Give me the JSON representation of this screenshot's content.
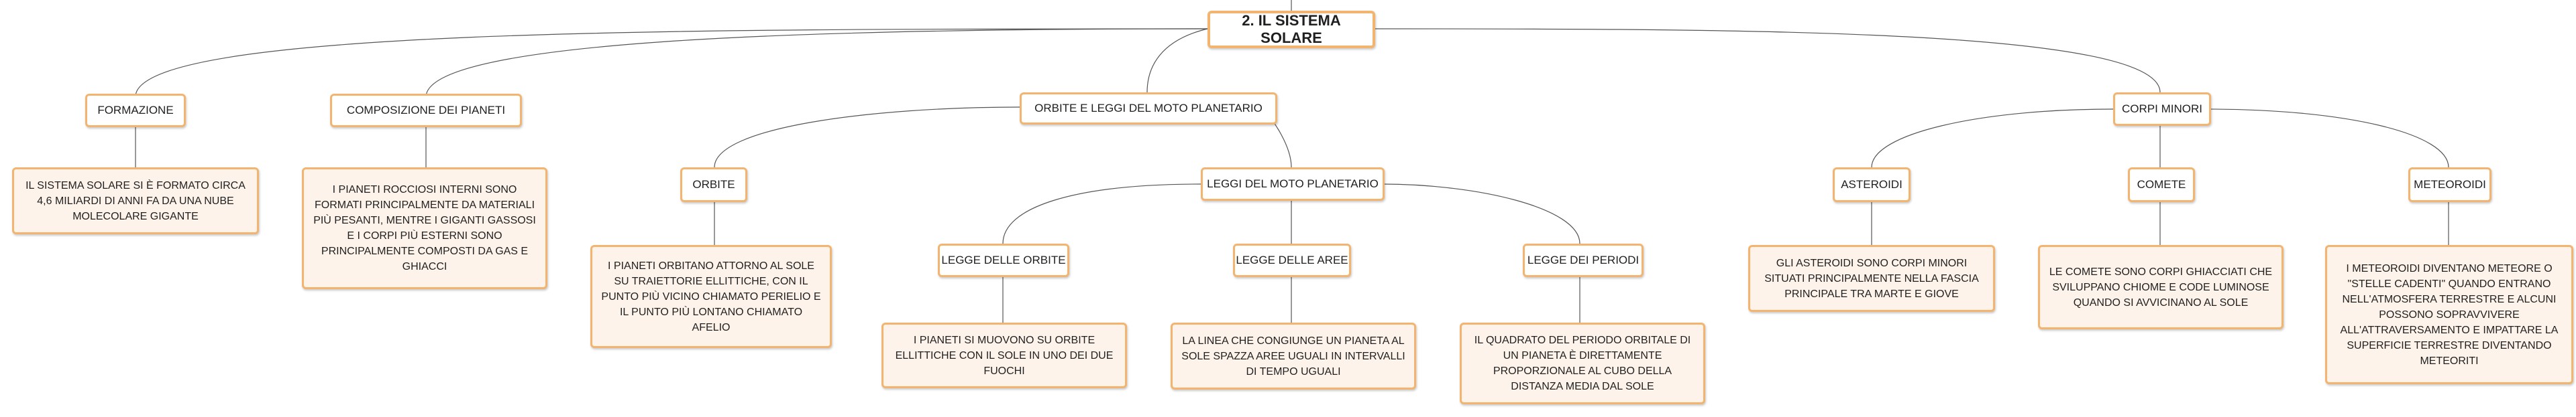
{
  "diagram": {
    "title": "2. IL SISTEMA SOLARE",
    "branches": [
      {
        "label": "FORMAZIONE",
        "note": "IL SISTEMA SOLARE SI È FORMATO CIRCA 4,6 MILIARDI DI ANNI FA DA UNA NUBE MOLECOLARE GIGANTE"
      },
      {
        "label": "COMPOSIZIONE DEI PIANETI",
        "note": "I PIANETI ROCCIOSI INTERNI SONO FORMATI PRINCIPALMENTE DA MATERIALI PIÙ PESANTI, MENTRE I GIGANTI GASSOSI E I CORPI PIÙ ESTERNI SONO PRINCIPALMENTE COMPOSTI DA GAS E GHIACCI"
      },
      {
        "label": "ORBITE E LEGGI DEL MOTO PLANETARIO",
        "children": [
          {
            "label": "ORBITE",
            "note": "I PIANETI ORBITANO ATTORNO AL SOLE SU TRAIETTORIE ELLITTICHE, CON IL PUNTO PIÙ VICINO CHIAMATO PERIELIO E IL PUNTO PIÙ LONTANO CHIAMATO AFELIO"
          },
          {
            "label": "LEGGI DEL MOTO PLANETARIO",
            "children": [
              {
                "label": "LEGGE DELLE ORBITE",
                "note": "I PIANETI SI MUOVONO SU ORBITE ELLITTICHE CON IL SOLE IN UNO DEI DUE FUOCHI"
              },
              {
                "label": "LEGGE DELLE AREE",
                "note": "LA LINEA CHE CONGIUNGE UN PIANETA AL SOLE SPAZZA AREE UGUALI IN INTERVALLI DI TEMPO UGUALI"
              },
              {
                "label": "LEGGE DEI PERIODI",
                "note": "IL QUADRATO DEL PERIODO ORBITALE DI UN PIANETA È DIRETTAMENTE PROPORZIONALE AL CUBO DELLA DISTANZA MEDIA DAL SOLE"
              }
            ]
          }
        ]
      },
      {
        "label": "CORPI MINORI",
        "children": [
          {
            "label": "ASTEROIDI",
            "note": "GLI ASTEROIDI SONO CORPI MINORI SITUATI PRINCIPALMENTE NELLA FASCIA PRINCIPALE TRA MARTE E GIOVE"
          },
          {
            "label": "COMETE",
            "note": "LE COMETE SONO CORPI GHIACCIATI CHE SVILUPPANO CHIOME E CODE LUMINOSE QUANDO SI AVVICINANO AL SOLE"
          },
          {
            "label": "METEOROIDI",
            "note": "I METEOROIDI DIVENTANO METEORE O \"STELLE CADENTI\" QUANDO ENTRANO NELL'ATMOSFERA TERRESTRE E ALCUNI POSSONO SOPRAVVIVERE ALL'ATTRAVERSAMENTO E IMPATTARE LA SUPERFICIE TERRESTRE DIVENTANDO METEORITI"
          }
        ]
      }
    ]
  }
}
